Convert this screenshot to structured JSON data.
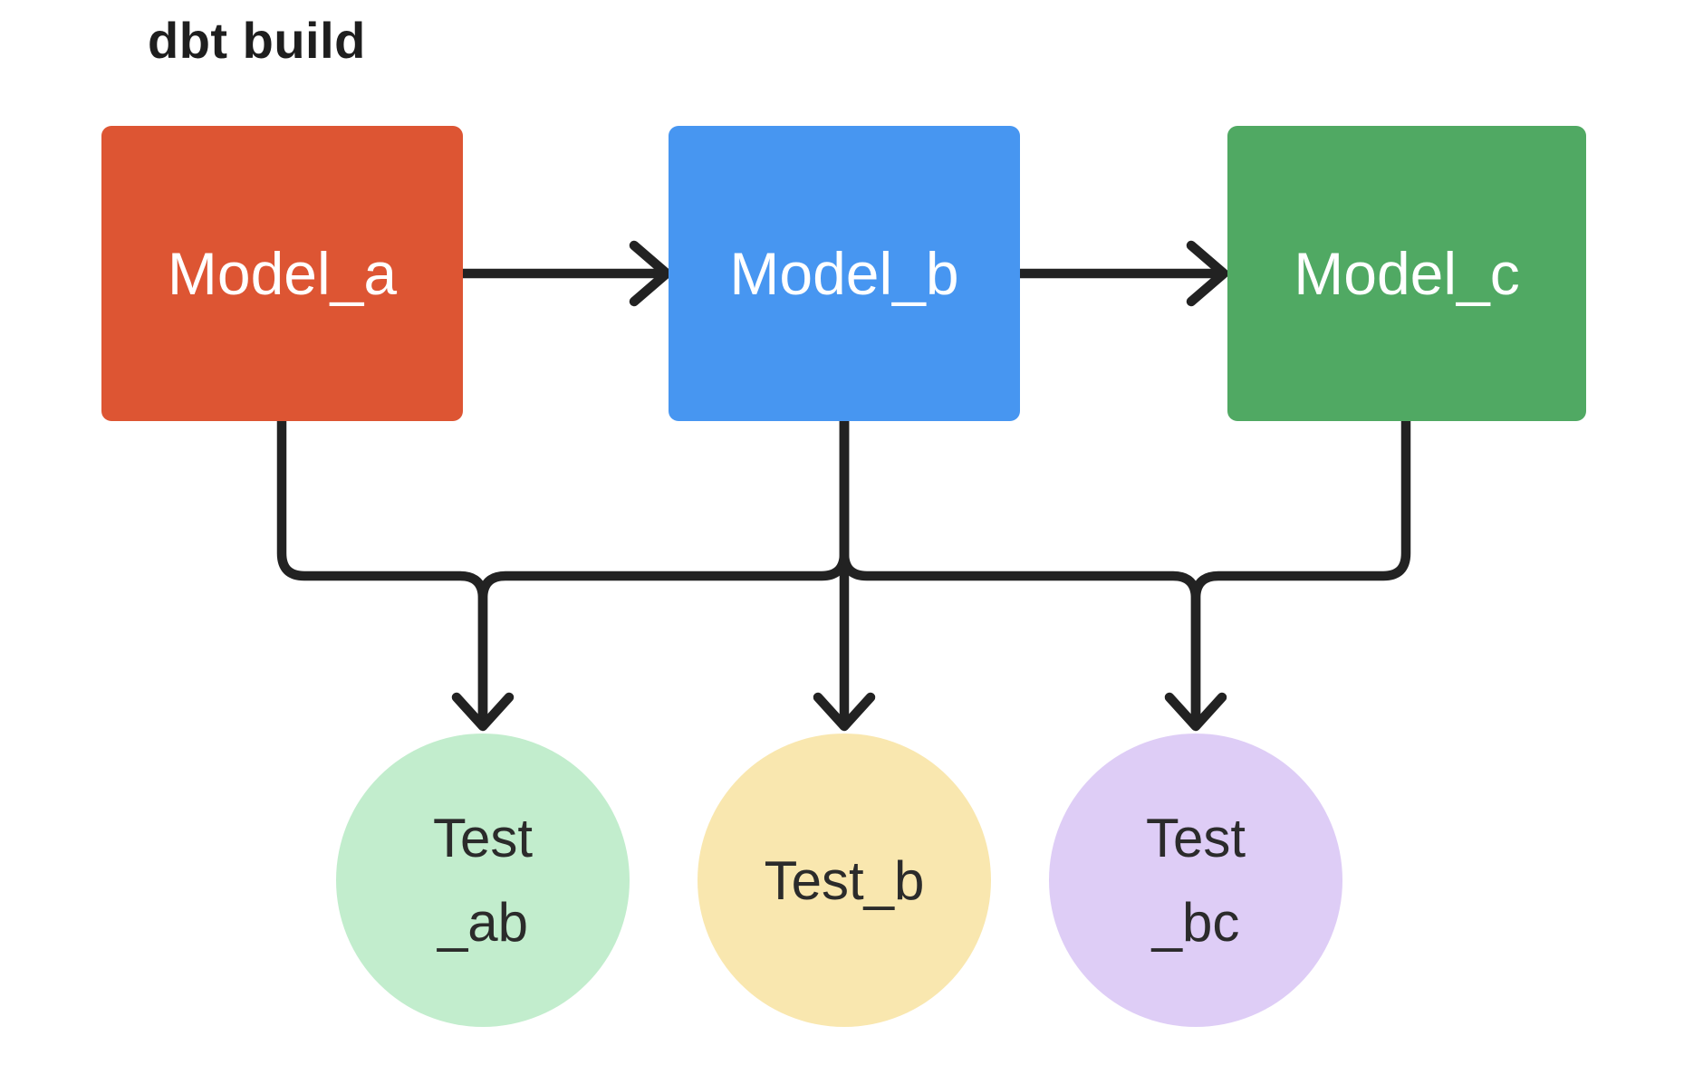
{
  "title": "dbt build",
  "colors": {
    "background": "#ffffff",
    "line": "#222222",
    "title_text": "#1e1e1e",
    "box_text": "#ffffff",
    "circle_text": "#2b2b2b",
    "model_a": "#dd5533",
    "model_b": "#4796f1",
    "model_c": "#50a963",
    "test_ab": "#c2edcd",
    "test_b": "#f9e7af",
    "test_bc": "#decdf6"
  },
  "models": [
    {
      "id": "model_a",
      "label": "Model_a",
      "color": "#dd5533"
    },
    {
      "id": "model_b",
      "label": "Model_b",
      "color": "#4796f1"
    },
    {
      "id": "model_c",
      "label": "Model_c",
      "color": "#50a963"
    }
  ],
  "tests": [
    {
      "id": "test_ab",
      "lines": [
        "Test",
        "_ab"
      ],
      "color": "#c2edcd"
    },
    {
      "id": "test_b",
      "lines": [
        "Test_b"
      ],
      "color": "#f9e7af"
    },
    {
      "id": "test_bc",
      "lines": [
        "Test",
        "_bc"
      ],
      "color": "#decdf6"
    }
  ],
  "edges": [
    {
      "from": "Model_a",
      "to": "Model_b"
    },
    {
      "from": "Model_b",
      "to": "Model_c"
    },
    {
      "from": "Model_a",
      "to": "Test_ab"
    },
    {
      "from": "Model_b",
      "to": "Test_ab"
    },
    {
      "from": "Model_b",
      "to": "Test_b"
    },
    {
      "from": "Model_b",
      "to": "Test_bc"
    },
    {
      "from": "Model_c",
      "to": "Test_bc"
    }
  ]
}
